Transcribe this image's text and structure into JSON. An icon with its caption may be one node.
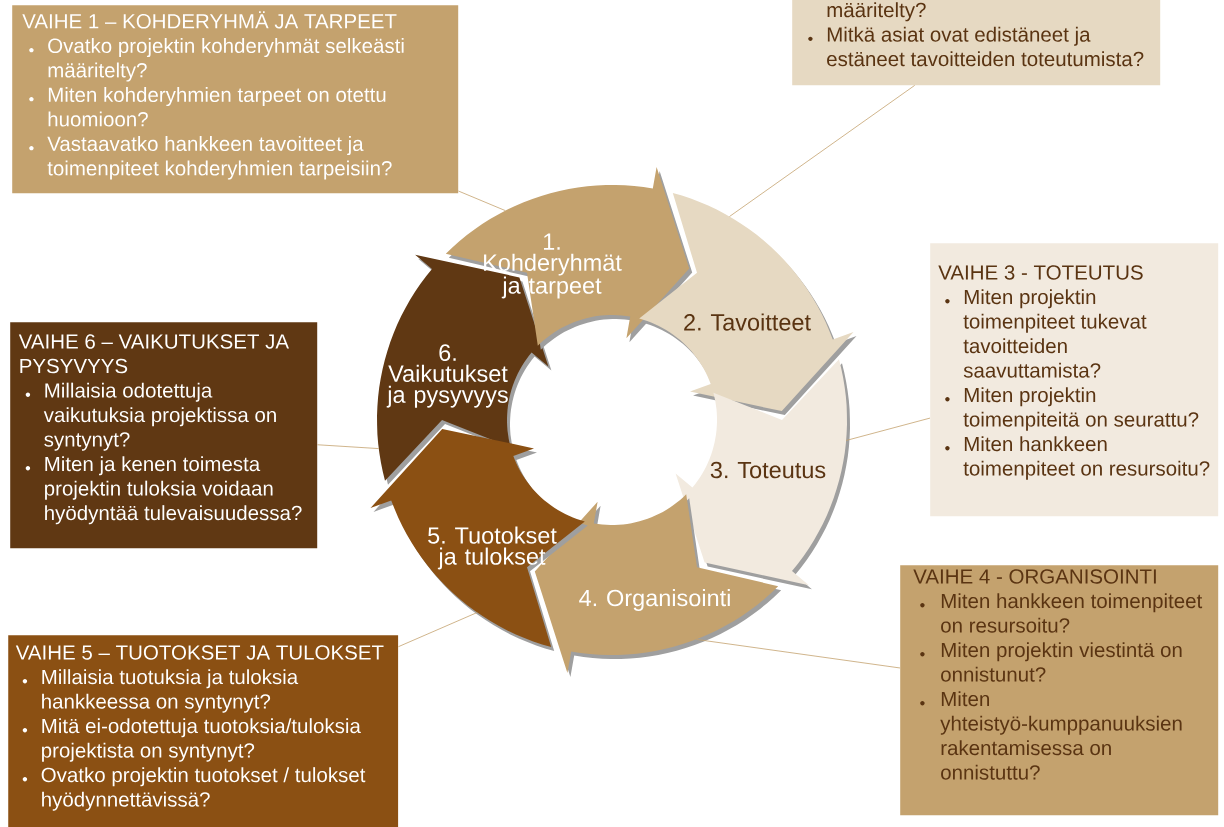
{
  "diagram": {
    "nodes": [
      {
        "text": [
          "1. Kohderyhmät ja tarpeet"
        ]
      },
      {
        "text": [
          "2. Tavoitteet"
        ]
      },
      {
        "text": [
          "3. Toteutus"
        ]
      },
      {
        "text": [
          "4. Organisointi"
        ]
      },
      {
        "text": [
          "5. Tuotokset ja tulokset"
        ]
      },
      {
        "text": [
          "6. Vaikutukset ja pysyvyys"
        ]
      },
      {
        "text": [
          "VAIHE 1 – KOHDERYHMÄ JA TARPEET",
          "Ovatko projektin kohderyhmät selkeästi määritelty?",
          "Miten kohderyhmien tarpeet on otettu huomioon?",
          "Vastaavatko hankkeen tavoitteet ja toimenpiteet kohderyhmien tarpeisiin?"
        ]
      },
      {
        "text": [
          "määritelty?",
          "Mitkä asiat ovat edistäneet ja estäneet tavoitteiden toteutumista?"
        ]
      },
      {
        "text": [
          "VAIHE 3 - TOTEUTUS",
          "Miten projektin toimenpiteet tukevat tavoitteiden saavuttamista?",
          "Miten projektin toimenpiteitä on seurattu?",
          "Miten hankkeen toimenpiteet on resursoitu?"
        ]
      },
      {
        "text": [
          "VAIHE 4 - ORGANISOINTI",
          "Miten hankkeen toimenpiteet on resursoitu?",
          "Miten projektin viestintä on onnistunut?",
          "Miten yhteistyö-kumppanuuksien rakentamisessa on onnistuttu?"
        ]
      },
      {
        "text": [
          "VAIHE 5 – TUOTOKSET JA TULOKSET",
          "Millaisia tuotuksia ja tuloksia hankkeessa on syntynyt?",
          "Mitä ei-odotettuja tuotoksia/tuloksia projektista on syntynyt?",
          "Ovatko projektin tuotokset / tulokset hyödynnettävissä?"
        ]
      },
      {
        "text": [
          "VAIHE 6 – VAIKUTUKSET JA PYSYVYYS",
          "Millaisia odotettuja vaikutuksia projektissa on syntynyt?",
          "Miten ja kenen toimesta projektin tuloksia voidaan hyödyntää tulevaisuudessa?"
        ]
      }
    ],
    "edges": [
      {
        "from": 6,
        "to": 0,
        "arrow": "none"
      },
      {
        "from": 7,
        "to": 1,
        "arrow": "none"
      },
      {
        "from": 8,
        "to": 2,
        "arrow": "none"
      },
      {
        "from": 9,
        "to": 3,
        "arrow": "none"
      },
      {
        "from": 10,
        "to": 4,
        "arrow": "none"
      },
      {
        "from": 11,
        "to": 5,
        "arrow": "none"
      }
    ]
  }
}
